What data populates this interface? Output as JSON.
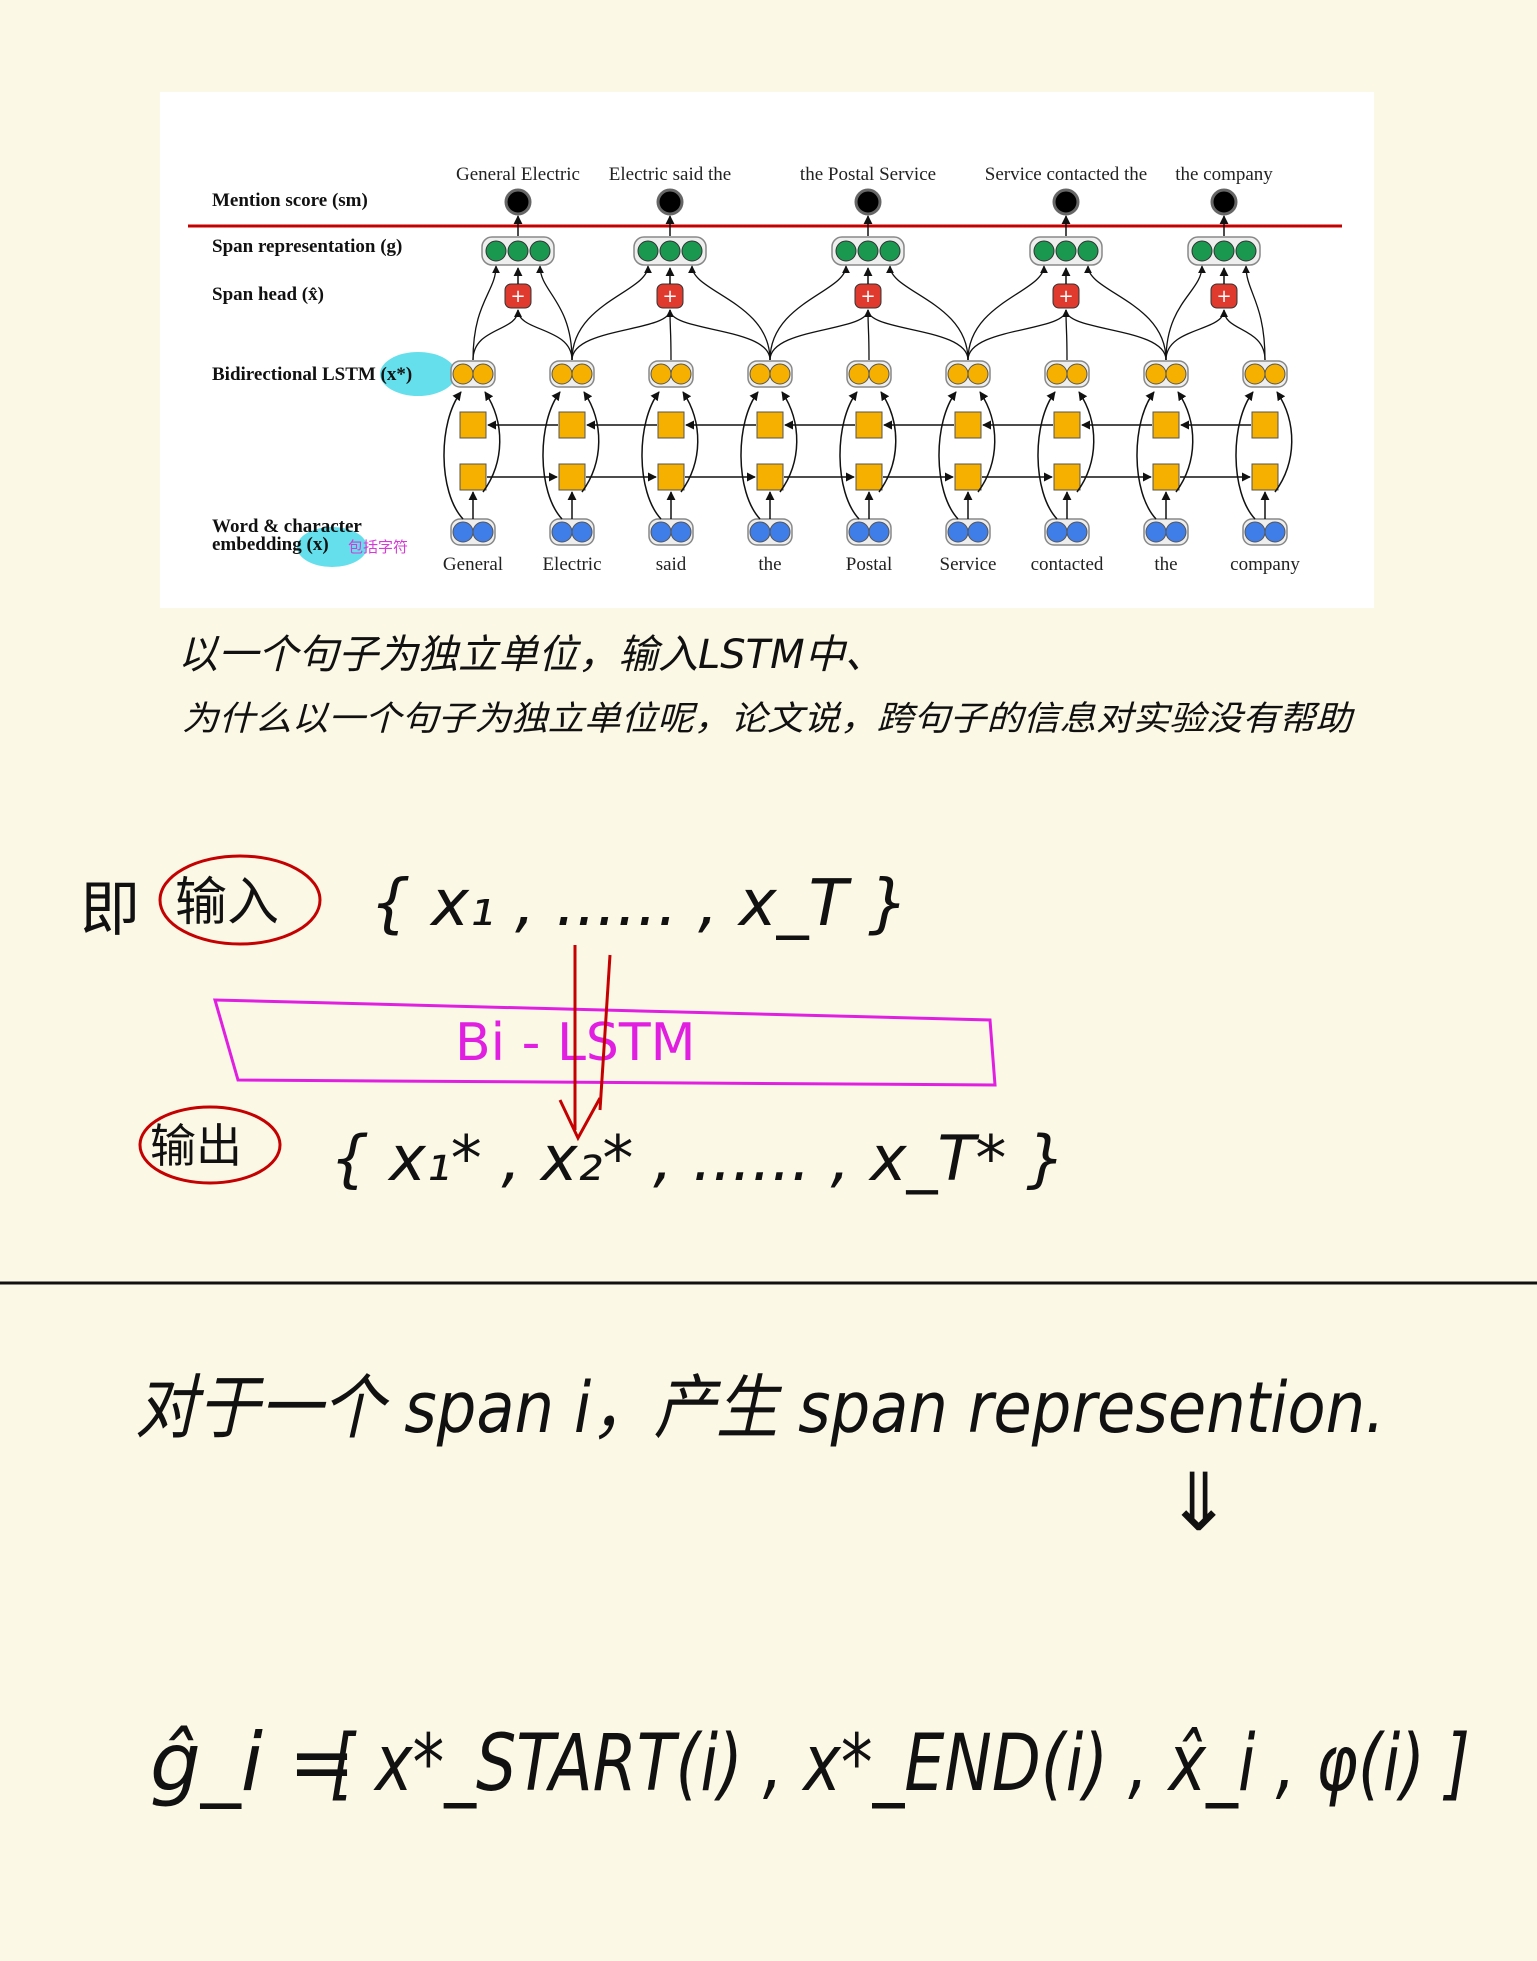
{
  "figure": {
    "layers": {
      "mention": "Mention score (sm)",
      "span_rep": "Span representation (g)",
      "span_head": "Span head (x̂)",
      "bilstm": "Bidirectional LSTM (x*)",
      "embedding_line1": "Word & character",
      "embedding_line2": "embedding (x)"
    },
    "spans": [
      "General Electric",
      "Electric said the",
      "the Postal Service",
      "Service contacted the",
      "the company"
    ],
    "tokens": [
      "General",
      "Electric",
      "said",
      "the",
      "Postal",
      "Service",
      "contacted",
      "the",
      "company"
    ],
    "colors": {
      "mention_node": "#000000",
      "span_rep_node": "#1a9850",
      "span_head_node": "#e03a2e",
      "lstm_node": "#f5b000",
      "embedding_node": "#3f7ee8",
      "red_line": "#c40000",
      "highlight": "#49d9e8"
    }
  },
  "notes": {
    "annotation_small": "包括字符",
    "line1": "以一个句子为独立单位，输入LSTM中、",
    "line2": "为什么以一个句子为独立单位呢，论文说，跨句子的信息对实验没有帮助",
    "input_label": "输入",
    "input_prefix": "即",
    "input_set": "{ x₁ , ...... , x_T }",
    "bilstm_box": "Bi - LSTM",
    "output_label": "输出",
    "output_set": "{ x₁* , x₂* , ...... , x_T* }",
    "span_line": "对于一个 span i，产生 span represention.",
    "arrow": "⇓",
    "formula_lhs": "ĝ_i =",
    "formula_rhs": "[ x*_START(i) , x*_END(i) , x̂_i , φ(i) ]"
  }
}
